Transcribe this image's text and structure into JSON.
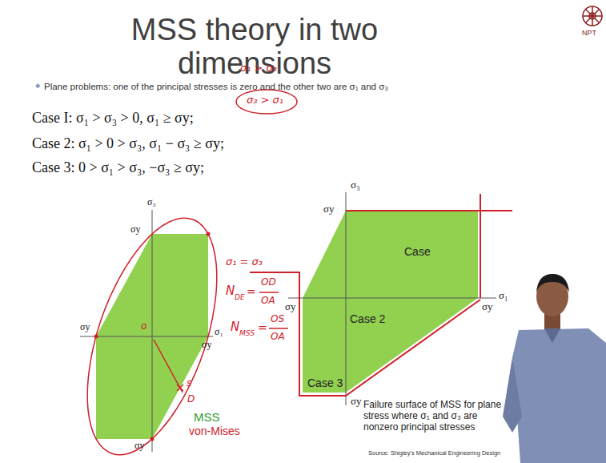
{
  "diagram": {
    "title": "MSS theory in two dimensions",
    "caption": "Failure surface of MSS for plane stress where σ₁ and σ₃ are nonzero principal stresses",
    "labels": [
      "NPT",
      "Plane problems: one of the principal stresses is zero and the other two are σ₁ and σ₃",
      "σ₁ > σ₃",
      "σ₃ > σ₁",
      "Case I: σ₁ > σ₃ > 0, σ₁ ≥ σy;",
      "Case 2: σ₁ > 0 > σ₃, σ₁ − σ₃ ≥ σy;",
      "Case 3: 0 > σ₁ > σ₃, −σ₃ ≥ σy;",
      "σ₃",
      "σy",
      "Case",
      "σ₁",
      "σy",
      "σy",
      "Case 2",
      "Case 3",
      "σy",
      "σ₁ = σ₃",
      "N",
      "DE",
      "=",
      "OD",
      "OA",
      "N",
      "MSS",
      "=",
      "OS",
      "OA",
      "σ₃",
      "σy",
      "σy",
      "σ₁",
      "σy",
      "o",
      "s",
      "D",
      "σy",
      "MSS",
      "von-Mises",
      "Source: Shigley's Mechanical Engineering Design"
    ]
  }
}
